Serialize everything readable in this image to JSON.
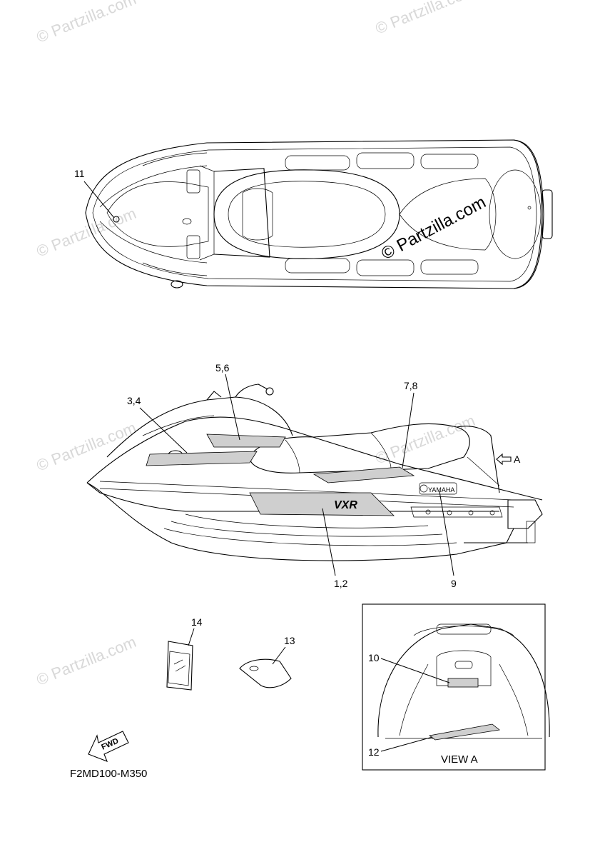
{
  "watermarks": {
    "text": "© Partzilla.com",
    "big_text": "© Partzilla.com"
  },
  "callouts": {
    "c11": "11",
    "c56": "5,6",
    "c34": "3,4",
    "c78": "7,8",
    "cA": "A",
    "c12": "1,2",
    "c9": "9",
    "c14": "14",
    "c13": "13",
    "c10": "10",
    "c12b": "12"
  },
  "view_label": "VIEW A",
  "fwd_label": "FWD",
  "diagram_code": "F2MD100-M350",
  "brand_text": "YAMAHA",
  "model_text": "VXR"
}
